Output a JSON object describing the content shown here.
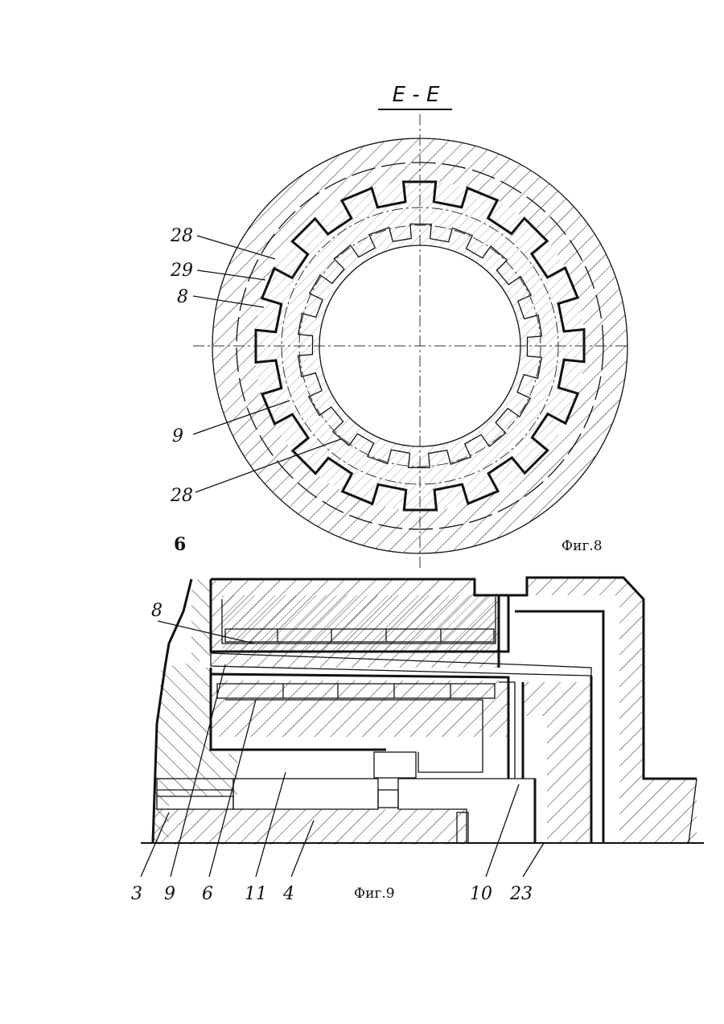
{
  "section_title": "E - E",
  "fig8": {
    "caption": "Фиг.8",
    "stray_label": "6",
    "labels": [
      "28",
      "29",
      "8",
      "9",
      "28"
    ]
  },
  "fig9": {
    "caption": "Фиг.9",
    "label_top": "8",
    "labels_bottom": [
      "3",
      "9",
      "6",
      "11",
      "4",
      "10",
      "23"
    ]
  }
}
